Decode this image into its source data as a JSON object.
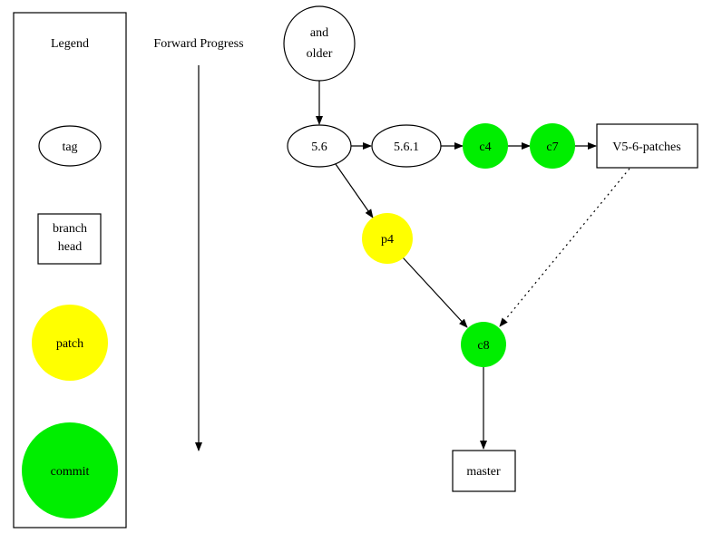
{
  "legend": {
    "title": "Legend",
    "tag": "tag",
    "branch_head_line1": "branch",
    "branch_head_line2": "head",
    "patch": "patch",
    "commit": "commit"
  },
  "progress": {
    "label": "Forward Progress"
  },
  "nodes": {
    "older_line1": "and",
    "older_line2": "older",
    "tag_56": "5.6",
    "tag_561": "5.6.1",
    "c4": "c4",
    "c7": "c7",
    "branch_v56": "V5-6-patches",
    "p4": "p4",
    "c8": "c8",
    "master": "master"
  },
  "colors": {
    "patch": "#ffff00",
    "commit": "#00ee00",
    "stroke": "#000000"
  }
}
